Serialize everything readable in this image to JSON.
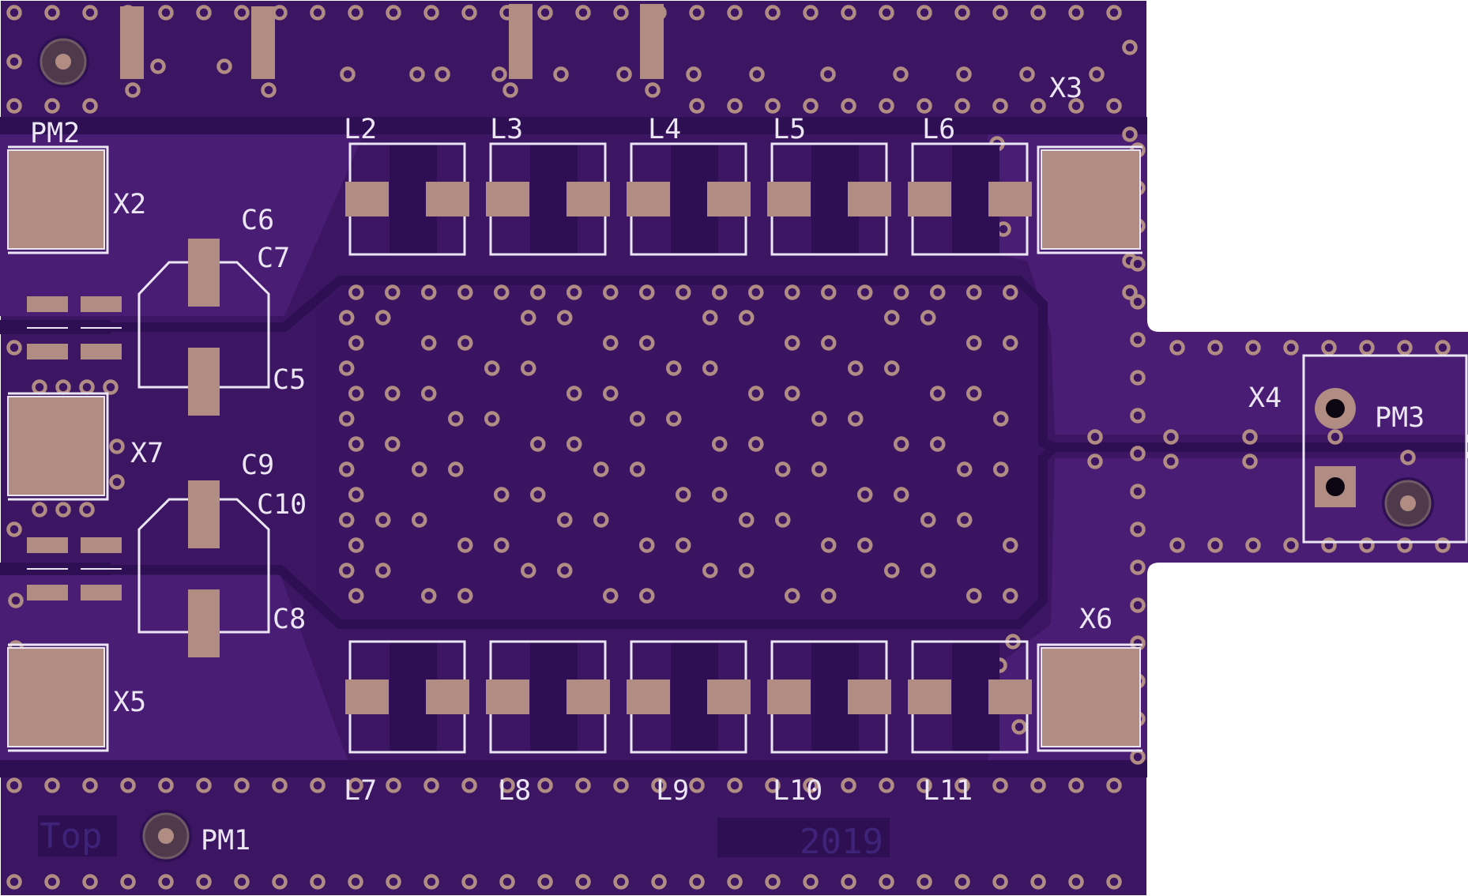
{
  "board": {
    "colors": {
      "substrate": "#3d1663",
      "copper_fill": "#4a1d74",
      "trace": "#2e0f54",
      "pad": "#b08c83",
      "silkscreen": "#ece6f4",
      "via_ring": "#b08c83",
      "via_hole": "#3d1663"
    },
    "labels": {
      "pm1": "PM1",
      "pm2": "PM2",
      "pm3": "PM3",
      "x2": "X2",
      "x3": "X3",
      "x4": "X4",
      "x5": "X5",
      "x6": "X6",
      "x7": "X7",
      "c5": "C5",
      "c6": "C6",
      "c7": "C7",
      "c8": "C8",
      "c9": "C9",
      "c10": "C10",
      "l2": "L2",
      "l3": "L3",
      "l4": "L4",
      "l5": "L5",
      "l6": "L6",
      "l7": "L7",
      "l8": "L8",
      "l9": "L9",
      "l10": "L10",
      "l11": "L11",
      "top_marker": "Top",
      "year": "2019"
    },
    "icons": {
      "mounting_hole": "mounting-hole-icon",
      "via": "via-icon",
      "header_pin_round": "round-pin-icon",
      "header_pin_square": "square-pin-icon"
    }
  }
}
